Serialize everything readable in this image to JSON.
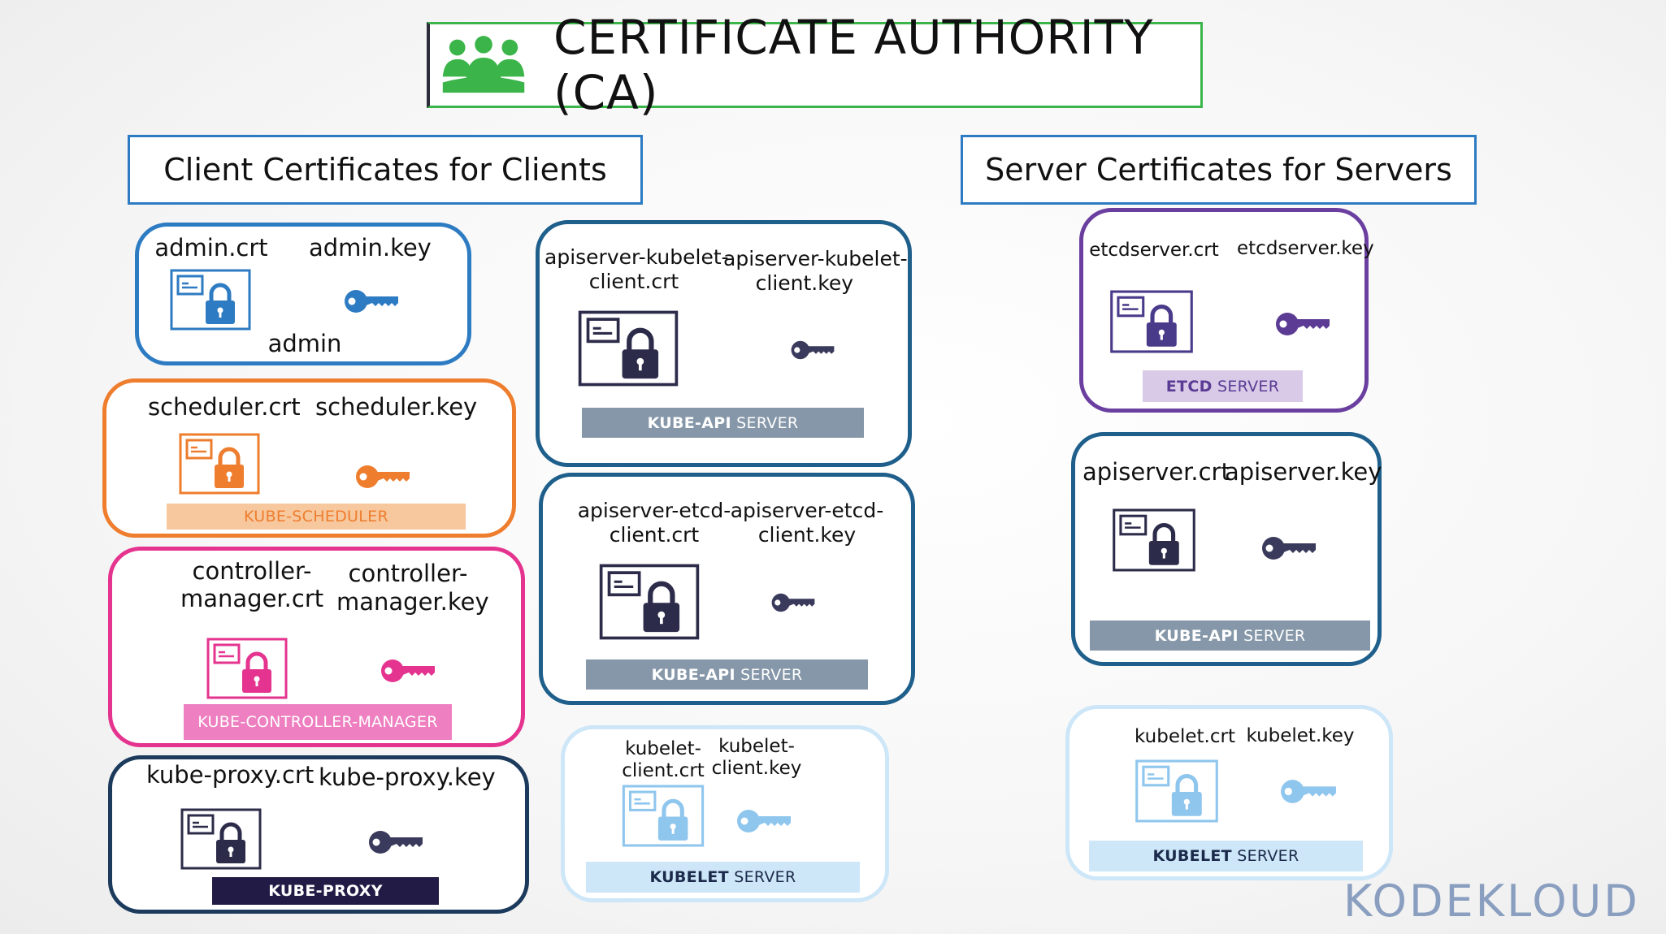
{
  "title": "CERTIFICATE AUTHORITY (CA)",
  "sections": {
    "client": "Client Certificates for Clients",
    "server": "Server Certificates for Servers"
  },
  "colors": {
    "admin": "#2d7bc2",
    "scheduler": "#ee7d2e",
    "controller": "#e5348f",
    "proxy": "#1b3a5c",
    "apiserver": "#1f5f8b",
    "kubelet": "#8fc6ee",
    "etcd": "#6b3fa0",
    "ca_green": "#3bb54a"
  },
  "icons": [
    "people-icon",
    "certificate-icon",
    "lock-icon",
    "key-icon"
  ],
  "clients": {
    "admin": {
      "crt": "admin.crt",
      "key": "admin.key",
      "name": "admin"
    },
    "scheduler": {
      "crt": "scheduler.crt",
      "key": "scheduler.key",
      "name": "KUBE-SCHEDULER"
    },
    "controller": {
      "crt_line1": "controller-",
      "crt_line2": "manager.crt",
      "key_line1": "controller-",
      "key_line2": "manager.key",
      "name": "KUBE-CONTROLLER-MANAGER"
    },
    "proxy": {
      "crt": "kube-proxy.crt",
      "key": "kube-proxy.key",
      "name": "KUBE-PROXY"
    }
  },
  "apiserver_clients": {
    "kubelet": {
      "crt_line1": "apiserver-kubelet-",
      "crt_line2": "client.crt",
      "key_line1": "apiserver-kubelet-",
      "key_line2": "client.key",
      "bar_bold": "KUBE-API",
      "bar_rest": " SERVER"
    },
    "etcd": {
      "crt_line1": "apiserver-etcd-",
      "crt_line2": "client.crt",
      "key_line1": "apiserver-etcd-",
      "key_line2": "client.key",
      "bar_bold": "KUBE-API",
      "bar_rest": " SERVER"
    },
    "kubelet_client": {
      "crt_line1": "kubelet-",
      "crt_line2": "client.crt",
      "key_line1": "kubelet-",
      "key_line2": "client.key",
      "bar_bold": "KUBELET",
      "bar_rest": " SERVER"
    }
  },
  "servers": {
    "etcd": {
      "crt": "etcdserver.crt",
      "key": "etcdserver.key",
      "bar_bold": "ETCD",
      "bar_rest": " SERVER"
    },
    "apiserver": {
      "crt": "apiserver.crt",
      "key": "apiserver.key",
      "bar_bold": "KUBE-API",
      "bar_rest": " SERVER"
    },
    "kubelet": {
      "crt": "kubelet.crt",
      "key": "kubelet.key",
      "bar_bold": "KUBELET",
      "bar_rest": " SERVER"
    }
  },
  "logo": "KODEKLOUD"
}
